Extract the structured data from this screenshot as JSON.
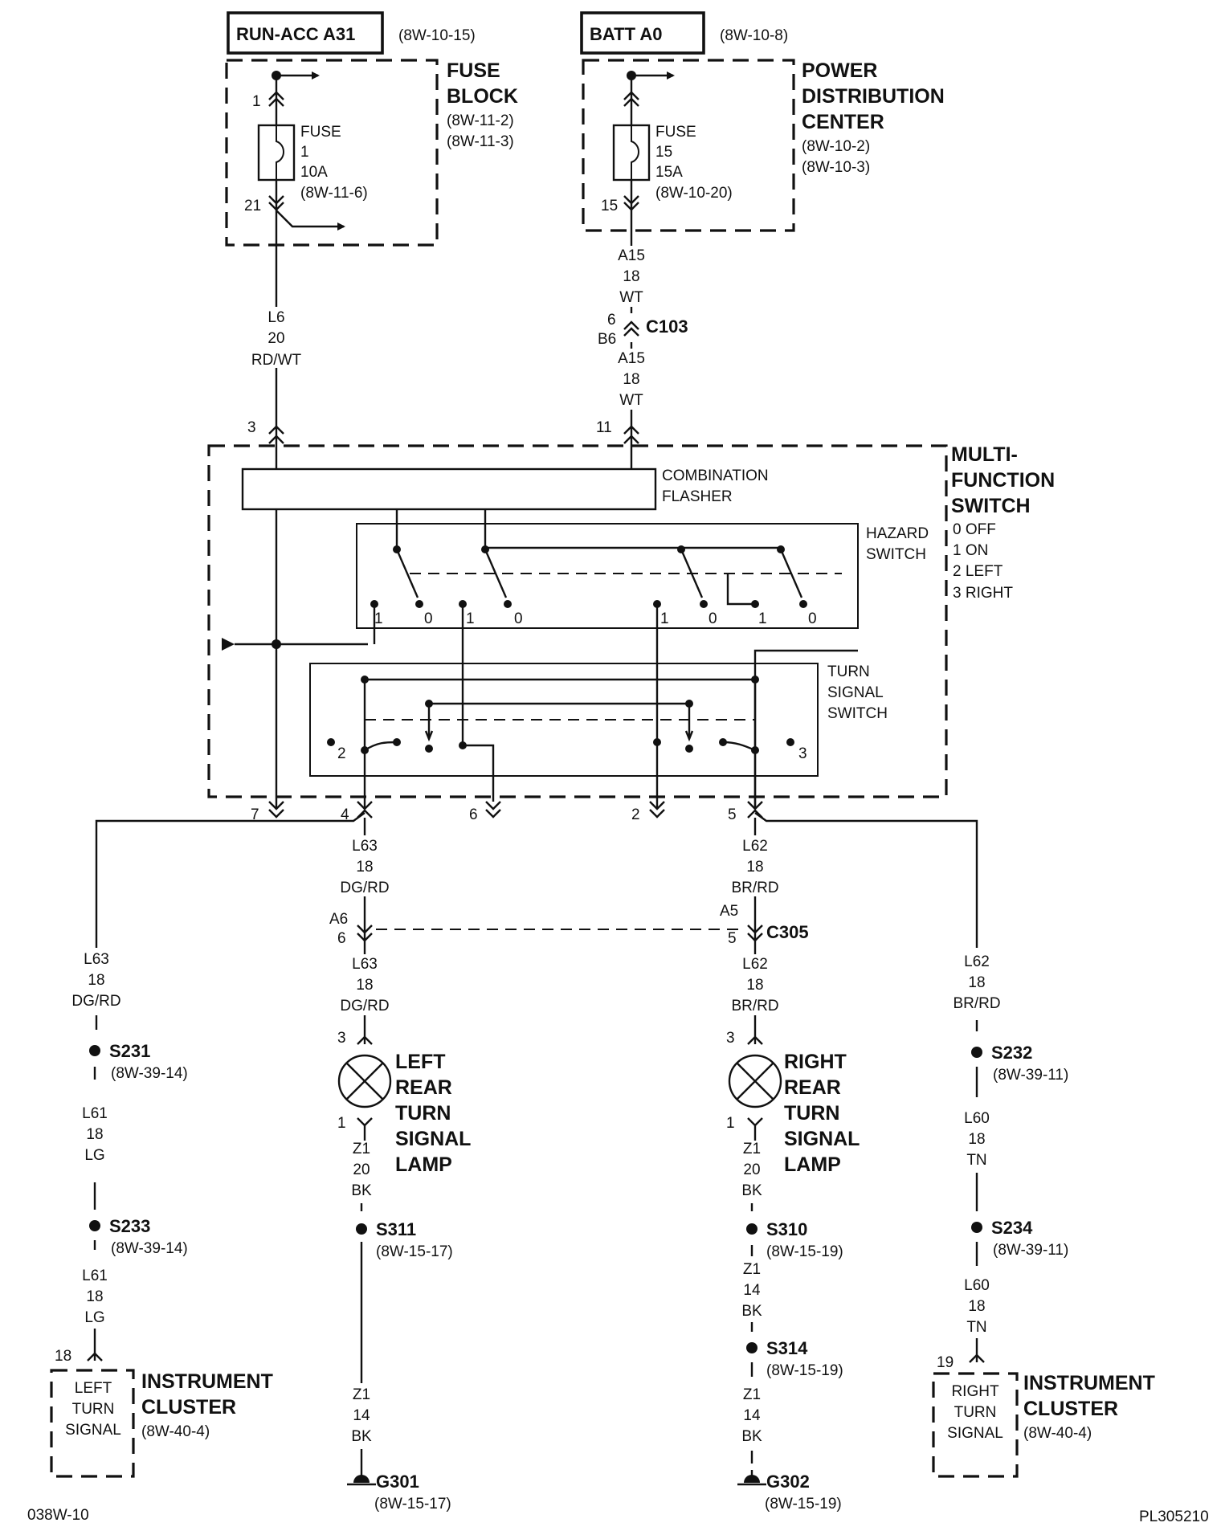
{
  "sources": {
    "run_acc": {
      "label": "RUN-ACC A31",
      "ref": "(8W-10-15)"
    },
    "batt": {
      "label": "BATT A0",
      "ref": "(8W-10-8)"
    }
  },
  "fuse_block": {
    "title1": "FUSE",
    "title2": "BLOCK",
    "ref1": "(8W-11-2)",
    "ref2": "(8W-11-3)",
    "fuse": {
      "l1": "FUSE",
      "l2": "1",
      "l3": "10A",
      "l4": "(8W-11-6)"
    },
    "pin_in": "1",
    "pin_out": "21"
  },
  "pdc": {
    "title1": "POWER",
    "title2": "DISTRIBUTION",
    "title3": "CENTER",
    "ref1": "(8W-10-2)",
    "ref2": "(8W-10-3)",
    "fuse": {
      "l1": "FUSE",
      "l2": "15",
      "l3": "15A",
      "l4": "(8W-10-20)"
    },
    "pin_out": "15"
  },
  "wires": {
    "l6": {
      "circuit": "L6",
      "gauge": "20",
      "color": "RD/WT"
    },
    "a15_top": {
      "circuit": "A15",
      "gauge": "18",
      "color": "WT"
    },
    "a15_bot": {
      "circuit": "A15",
      "gauge": "18",
      "color": "WT"
    },
    "l63_a": {
      "circuit": "L63",
      "gauge": "18",
      "color": "DG/RD"
    },
    "l63_b": {
      "circuit": "L63",
      "gauge": "18",
      "color": "DG/RD"
    },
    "l63_c": {
      "circuit": "L63",
      "gauge": "18",
      "color": "DG/RD"
    },
    "l62_a": {
      "circuit": "L62",
      "gauge": "18",
      "color": "BR/RD"
    },
    "l62_b": {
      "circuit": "L62",
      "gauge": "18",
      "color": "BR/RD"
    },
    "l62_c": {
      "circuit": "L62",
      "gauge": "18",
      "color": "BR/RD"
    },
    "l61_a": {
      "circuit": "L61",
      "gauge": "18",
      "color": "LG"
    },
    "l61_b": {
      "circuit": "L61",
      "gauge": "18",
      "color": "LG"
    },
    "l60_a": {
      "circuit": "L60",
      "gauge": "18",
      "color": "TN"
    },
    "l60_b": {
      "circuit": "L60",
      "gauge": "18",
      "color": "TN"
    },
    "z1_l1": {
      "circuit": "Z1",
      "gauge": "20",
      "color": "BK"
    },
    "z1_l2": {
      "circuit": "Z1",
      "gauge": "14",
      "color": "BK"
    },
    "z1_r1": {
      "circuit": "Z1",
      "gauge": "20",
      "color": "BK"
    },
    "z1_r2": {
      "circuit": "Z1",
      "gauge": "14",
      "color": "BK"
    },
    "z1_r3": {
      "circuit": "Z1",
      "gauge": "14",
      "color": "BK"
    }
  },
  "c103": {
    "label": "C103",
    "pin_a": "6",
    "pin_b": "B6"
  },
  "c305": {
    "label": "C305",
    "left_a": "A6",
    "left_b": "6",
    "right_a": "A5",
    "right_b": "5"
  },
  "mfs": {
    "title1": "MULTI-",
    "title2": "FUNCTION",
    "title3": "SWITCH",
    "legend": [
      "0 OFF",
      "1 ON",
      "2 LEFT",
      "3 RIGHT"
    ],
    "pins": {
      "p3": "3",
      "p11": "11",
      "p7": "7",
      "p4": "4",
      "p6": "6",
      "p2": "2",
      "p5": "5"
    },
    "flasher1": "COMBINATION",
    "flasher2": "FLASHER",
    "hazard1": "HAZARD",
    "hazard2": "SWITCH",
    "turn1": "TURN",
    "turn2": "SIGNAL",
    "turn3": "SWITCH",
    "hazard_pos": [
      "1",
      "0",
      "1",
      "0",
      "1",
      "0",
      "1",
      "0"
    ],
    "turn_pos": [
      "2",
      "3"
    ]
  },
  "lamps": {
    "left": {
      "l1": "LEFT",
      "l2": "REAR",
      "l3": "TURN",
      "l4": "SIGNAL",
      "l5": "LAMP",
      "pin_top": "3",
      "pin_bot": "1"
    },
    "right": {
      "l1": "RIGHT",
      "l2": "REAR",
      "l3": "TURN",
      "l4": "SIGNAL",
      "l5": "LAMP",
      "pin_top": "3",
      "pin_bot": "1"
    }
  },
  "splices": {
    "s231": {
      "label": "S231",
      "ref": "(8W-39-14)"
    },
    "s233": {
      "label": "S233",
      "ref": "(8W-39-14)"
    },
    "s232": {
      "label": "S232",
      "ref": "(8W-39-11)"
    },
    "s234": {
      "label": "S234",
      "ref": "(8W-39-11)"
    },
    "s311": {
      "label": "S311",
      "ref": "(8W-15-17)"
    },
    "s310": {
      "label": "S310",
      "ref": "(8W-15-19)"
    },
    "s314": {
      "label": "S314",
      "ref": "(8W-15-19)"
    }
  },
  "grounds": {
    "g301": {
      "label": "G301",
      "ref": "(8W-15-17)"
    },
    "g302": {
      "label": "G302",
      "ref": "(8W-15-19)"
    }
  },
  "clusters": {
    "left": {
      "pin": "18",
      "box1": "LEFT",
      "box2": "TURN",
      "box3": "SIGNAL",
      "title1": "INSTRUMENT",
      "title2": "CLUSTER",
      "ref": "(8W-40-4)"
    },
    "right": {
      "pin": "19",
      "box1": "RIGHT",
      "box2": "TURN",
      "box3": "SIGNAL",
      "title1": "INSTRUMENT",
      "title2": "CLUSTER",
      "ref": "(8W-40-4)"
    }
  },
  "footer": {
    "left": "038W-10",
    "right": "PL305210"
  }
}
